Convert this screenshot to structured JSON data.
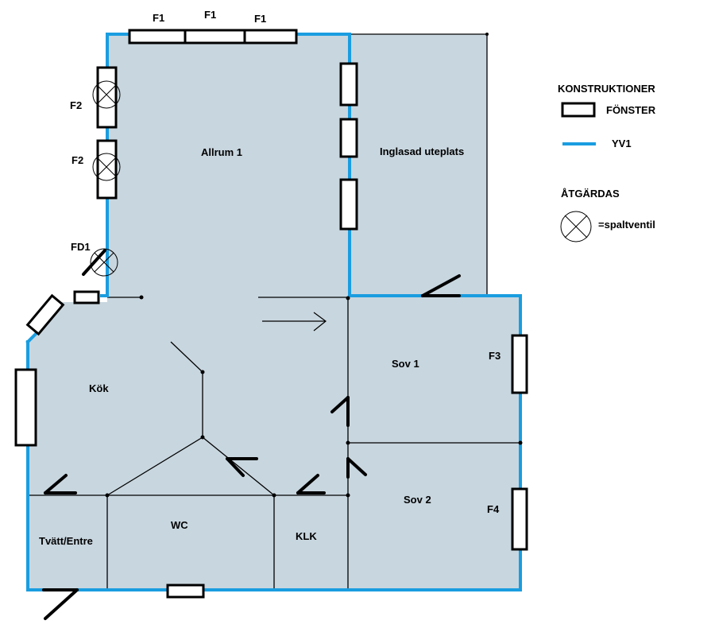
{
  "rooms": {
    "allrum": "Allrum 1",
    "uteplats": "Inglasad uteplats",
    "kok": "Kök",
    "sov1": "Sov 1",
    "sov2": "Sov 2",
    "wc": "WC",
    "klk": "KLK",
    "tvatt": "Tvätt/Entre"
  },
  "windows": {
    "f1": "F1",
    "f2": "F2",
    "fd1": "FD1",
    "f3": "F3",
    "f4": "F4"
  },
  "legend": {
    "heading_constructions": "KONSTRUKTIONER",
    "window_label": "FÖNSTER",
    "wall_label": "YV1",
    "heading_actions": "ÅTGÄRDAS",
    "vent_label": "=spaltventil"
  },
  "colors": {
    "floor": "#c8d6df",
    "outer_wall": "#1a9de0",
    "line": "#000000",
    "window_fill": "#ffffff"
  }
}
